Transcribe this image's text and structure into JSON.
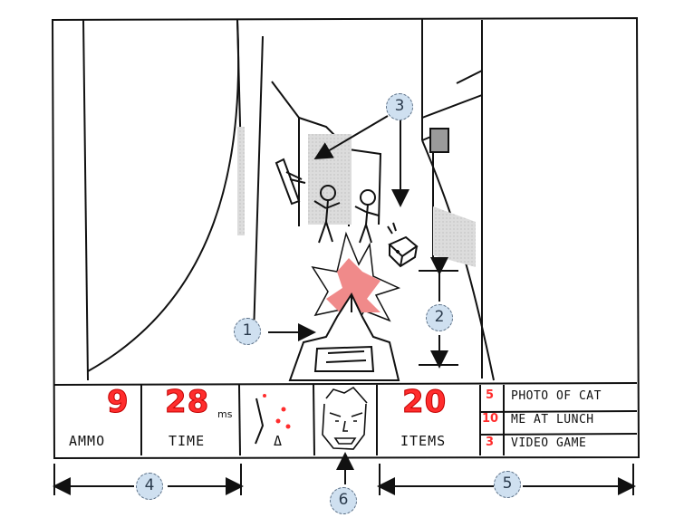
{
  "hud": {
    "ammo": {
      "value": "9",
      "label": "AMMO"
    },
    "time": {
      "value": "28",
      "unit": "ms",
      "label": "TIME"
    },
    "map": {
      "label": "Δ"
    },
    "items": {
      "value": "20",
      "label": "ITEMS"
    },
    "inventory": [
      {
        "count": "5",
        "name": "PHOTO OF CAT"
      },
      {
        "count": "10",
        "name": "ME AT LUNCH"
      },
      {
        "count": "3",
        "name": "VIDEO GAME"
      }
    ]
  },
  "callouts": [
    "1",
    "2",
    "3",
    "4",
    "5",
    "6"
  ],
  "colors": {
    "hud_red": "#ff2d2d",
    "callout_fill": "#cfe0f0",
    "shadow_gray": "#d9d9d9"
  }
}
